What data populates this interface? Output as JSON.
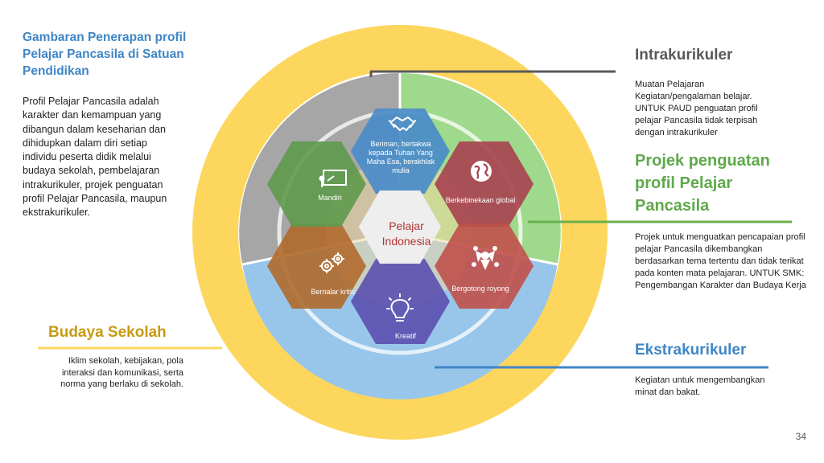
{
  "left_panel": {
    "title": "Gambaran Penerapan profil Pelajar Pancasila di Satuan Pendidikan",
    "description": "Profil Pelajar Pancasila adalah karakter dan kemampuan yang dibangun dalam keseharian dan dihidupkan dalam diri setiap individu peserta didik melalui budaya sekolah, pembelajaran intrakurikuler, projek penguatan profil Pelajar Pancasila, maupun ekstrakurikuler."
  },
  "budaya_sekolah": {
    "title": "Budaya Sekolah",
    "description": "Iklim sekolah, kebijakan, pola interaksi dan komunikasi, serta norma yang berlaku di sekolah."
  },
  "intrakurikuler": {
    "title": "Intrakurikuler",
    "description": "Muatan Pelajaran Kegiatan/pengalaman belajar. UNTUK  PAUD penguatan profil pelajar Pancasila tidak terpisah dengan intrakurikuler"
  },
  "projek": {
    "title": "Projek penguatan profil Pelajar Pancasila",
    "description": "Projek untuk menguatkan pencapaian profil pelajar Pancasila dikembangkan berdasarkan tema tertentu dan tidak terikat pada konten mata pelajaran. UNTUK SMK: Pengembangan Karakter dan Budaya Kerja"
  },
  "ekstrakurikuler": {
    "title": "Ekstrakurikuler",
    "description": "Kegiatan untuk mengembangkan minat dan bakat."
  },
  "center": {
    "label": "Pelajar Indonesia"
  },
  "dimensions": [
    {
      "label": "Beriman, bertakwa kepada Tuhan Yang Maha Esa, berakhlak mulia",
      "icon": "handshake-icon",
      "color": "#4a8cc8"
    },
    {
      "label": "Berkebinekaan global",
      "icon": "globe-icon",
      "color": "#a7404f"
    },
    {
      "label": "Bergotong royong",
      "icon": "teamwork-icon",
      "color": "#c0504a"
    },
    {
      "label": "Kreatif",
      "icon": "lightbulb-icon",
      "color": "#5b4fb0"
    },
    {
      "label": "Bernalar kritis",
      "icon": "gears-icon",
      "color": "#b06a2c"
    },
    {
      "label": "Mandiri",
      "icon": "presentation-icon",
      "color": "#5e9a4c"
    }
  ],
  "colors": {
    "outer_ring": "#fdd65d",
    "quadrant_intrakurikuler": "#a6a6a6",
    "quadrant_projek": "#9fd98b",
    "quadrant_ekstrakurikuler": "#98c6ea",
    "budaya_line": "#fdd65d",
    "intra_line": "#595959",
    "projek_line": "#6ab04c",
    "ekstra_line": "#3f86c6"
  },
  "page_number": "34"
}
